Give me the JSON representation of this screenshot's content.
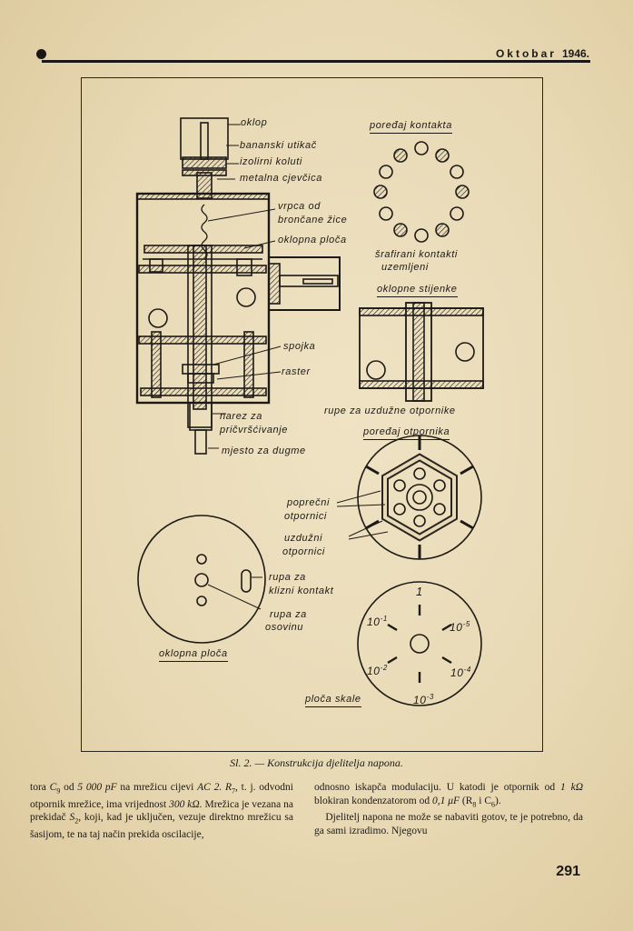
{
  "header": {
    "month": "Oktobar",
    "year": "1946."
  },
  "figure": {
    "labels": {
      "oklop": "oklop",
      "bananski": "bananski utikač",
      "izolirni": "izolirni koluti",
      "metalna": "metalna cjevčica",
      "vrpca1": "vrpca od",
      "vrpca2": "brončane žice",
      "oklopna_ploca": "oklopna ploča",
      "spojka": "spojka",
      "raster": "raster",
      "narez1": "narez za",
      "narez2": "pričvršćivanje",
      "mjesto": "mjesto za dugme",
      "poredaj_kontakta": "poređaj kontakta",
      "srafirani1": "šrafirani kontakti",
      "srafirani2": "uzemljeni",
      "oklopne_stijenke": "oklopne stijenke",
      "rupe": "rupe za uzdužne otpornike",
      "poredaj_otpornika": "poređaj otpornika",
      "poprecni1": "poprečni",
      "poprecni2": "otpornici",
      "uzduzni1": "uzdužni",
      "uzduzni2": "otpornici",
      "rupa_klizni1": "rupa za",
      "rupa_klizni2": "klizni kontakt",
      "rupa_osovinu1": "rupa za",
      "rupa_osovinu2": "osovinu",
      "oklopna_ploca_bottom": "oklopna ploča",
      "ploca_skale": "ploča skale"
    },
    "scale": {
      "top": "1",
      "ul_base": "10",
      "ul_exp": "-1",
      "ur_base": "10",
      "ur_exp": "-5",
      "ll_base": "10",
      "ll_exp": "-2",
      "lr_base": "10",
      "lr_exp": "-4",
      "bot_base": "10",
      "bot_exp": "-3"
    }
  },
  "caption": "Sl. 2. — Konstrukcija djelitelja napona.",
  "body": {
    "left": {
      "a": "tora ",
      "b": "C",
      "b_sub": "9",
      "c": " od ",
      "d": "5 000 pF",
      "e": " na mrežicu cijevi ",
      "f": "AC 2.",
      "g": "R",
      "g_sub": "7",
      "h": ", t. j. odvodni otpornik mrežice, ima vrijednost ",
      "i": "300 kΩ.",
      "j": " Mrežica je vezana na prekidač ",
      "k": "S",
      "k_sub": "2",
      "l": ",",
      "m": " koji, kad je uključen, vezuje direktno mrežicu sa šasijom, te na taj način prekida oscilacije,"
    },
    "right": {
      "a": "odnosno iskapča modulaciju. U katodi je otpornik od ",
      "b": "1 kΩ",
      "c": " blokiran kondenzatorom od ",
      "d": "0,1 μF",
      "e": "(R",
      "e_sub": "8",
      "f": " i C",
      "f_sub": "6",
      "g": ").",
      "h": "Djelitelj napona ne može se nabaviti gotov, te je potrebno, da ga sami izradimo. Njegovu"
    }
  },
  "page_number": "291"
}
